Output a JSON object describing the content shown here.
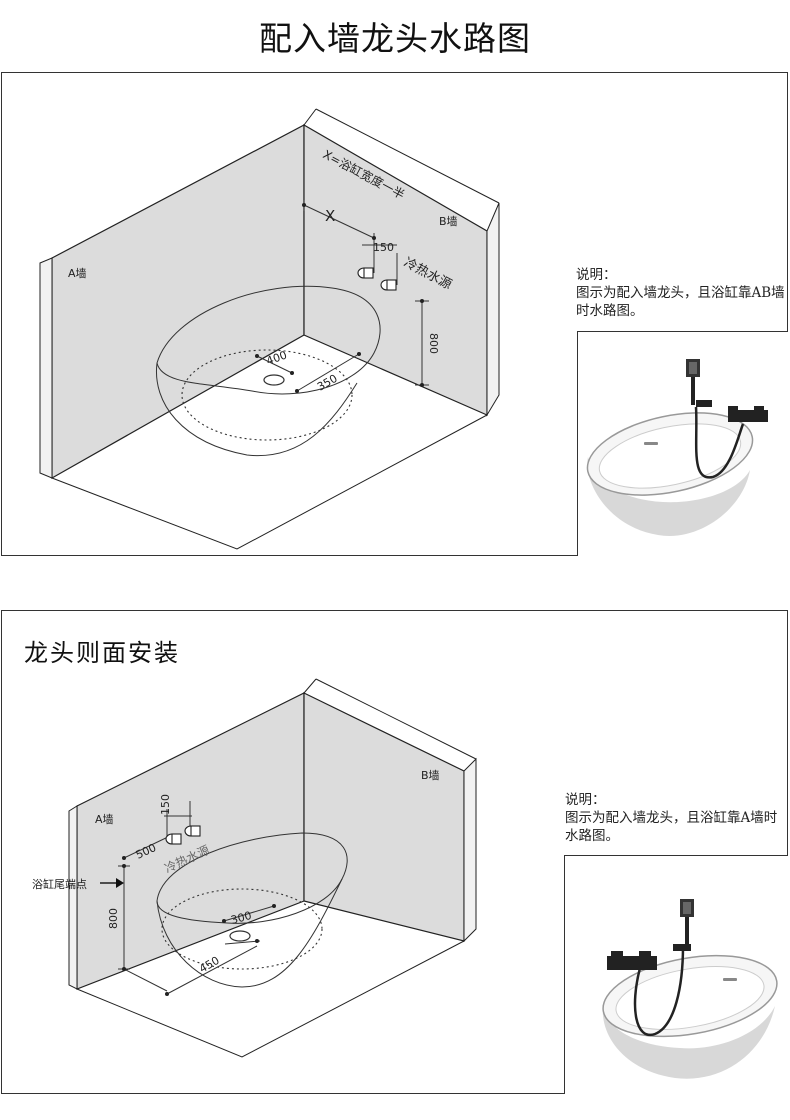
{
  "page_title": "配入墙龙头水路图",
  "panel1": {
    "wall_a": "A墙",
    "wall_b": "B墙",
    "x_formula": "X=浴缸宽度一半",
    "x_label": "X",
    "dim_150": "150",
    "water_source": "冷热水源",
    "dim_800": "800",
    "dim_400": "400",
    "dim_350": "350",
    "note_heading": "说明：",
    "note_text": "图示为配入墙龙头，且浴缸靠AB墙时水路图。",
    "photo_icon": "bathtub-with-wall-mounted-faucet"
  },
  "panel2": {
    "section_title": "龙头则面安装",
    "wall_a": "A墙",
    "wall_b": "B墙",
    "dim_150": "150",
    "dim_500": "500",
    "water_source": "冷热水源",
    "tail_point": "浴缸尾端点",
    "dim_800": "800",
    "dim_300": "300",
    "dim_450": "450",
    "note_heading": "说明：",
    "note_text": "图示为配入墙龙头，且浴缸靠A墙时水路图。",
    "photo_icon": "bathtub-with-wall-mounted-faucet"
  }
}
